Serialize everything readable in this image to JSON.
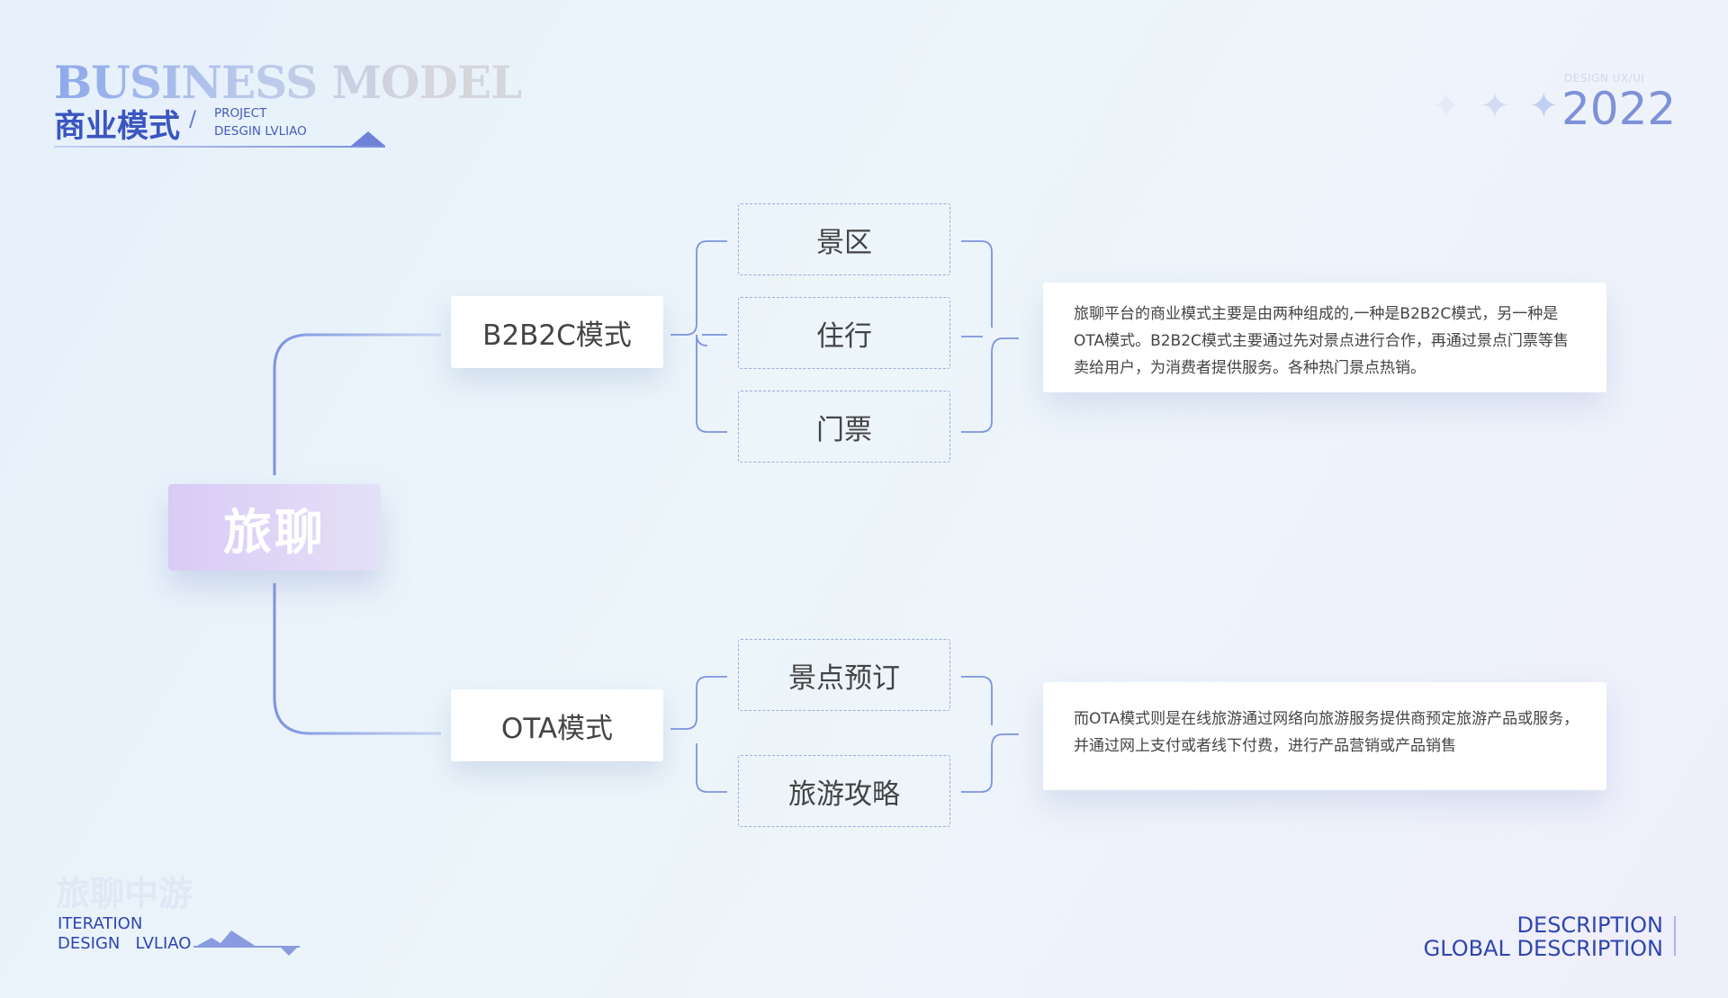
{
  "header": {
    "title_en": "BUSINESS MODEL",
    "title_cn": "商业模式",
    "slash": "/",
    "project_line1": "PROJECT",
    "project_line2": "DESGIN LVLIAO"
  },
  "year_block": {
    "label": "DESIGN   UX/UI",
    "year": "2022",
    "stars": [
      "✦",
      "✦",
      "✦"
    ]
  },
  "diagram": {
    "root": "旅聊",
    "branches": [
      {
        "mode": "B2B2C模式",
        "items": [
          "景区",
          "住行",
          "门票"
        ],
        "description": "旅聊平台的商业模式主要是由两种组成的,一种是B2B2C模式，另一种是OTA模式。B2B2C模式主要通过先对景点进行合作，再通过景点门票等售卖给用户，为消费者提供服务。各种热门景点热销。"
      },
      {
        "mode": "OTA模式",
        "items": [
          "景点预订",
          "旅游攻略"
        ],
        "description": "而OTA模式则是在线旅游通过网络向旅游服务提供商预定旅游产品或服务，并通过网上支付或者线下付费，进行产品营销或产品销售"
      }
    ]
  },
  "footer": {
    "watermark_cn": "旅聊中游",
    "left_line1": "ITERATION",
    "left_line2": "DESIGN   LVLIAO",
    "right_line1": "DESCRIPTION",
    "right_line2": "GLOBAL DESCRIPTION"
  },
  "colors": {
    "accent": "#3b55c0",
    "connector": "#7d93e0",
    "root_gradient_start": "#d9cbf5",
    "leaf_border": "#9aaede"
  }
}
